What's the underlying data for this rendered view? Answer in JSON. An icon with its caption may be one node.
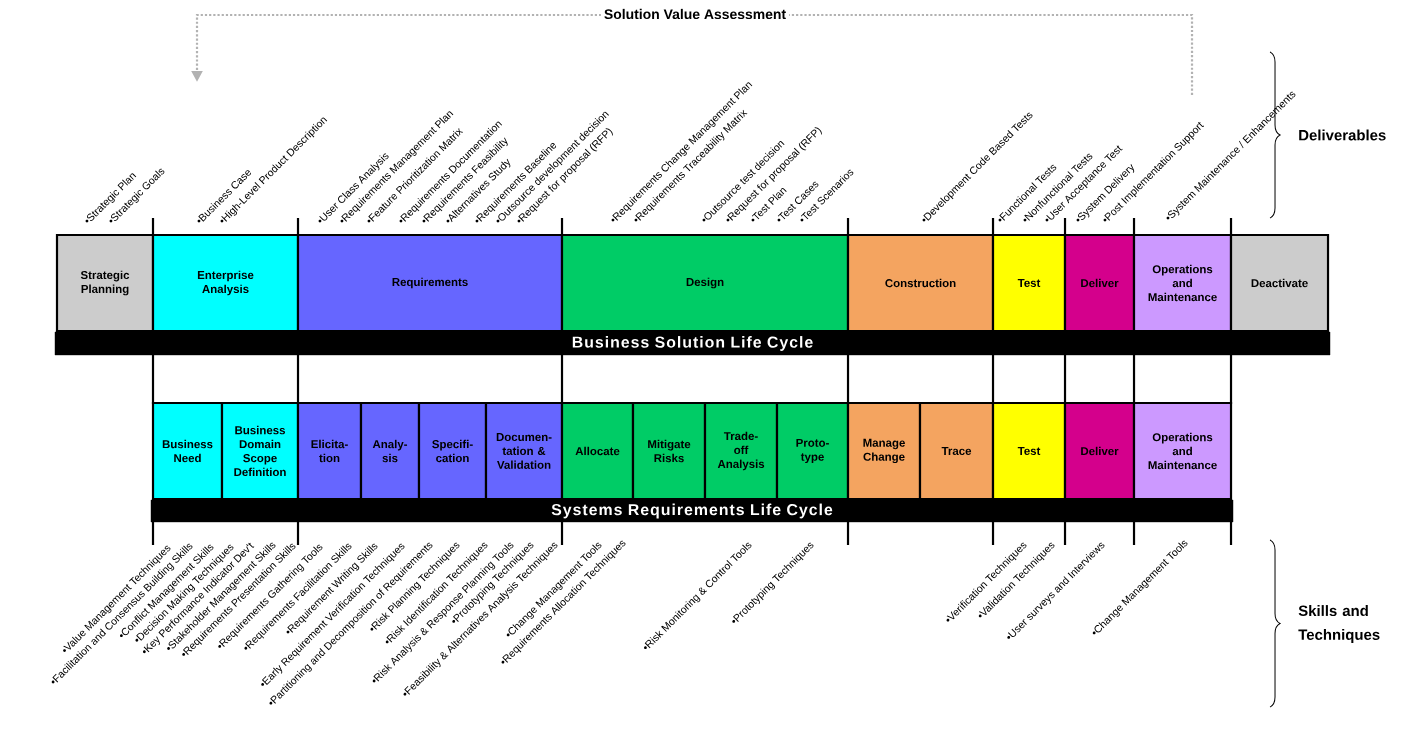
{
  "diagram": {
    "nodes": [
      {
        "text": [
          "Strategic Planning"
        ]
      },
      {
        "text": [
          "Enterprise Analysis"
        ]
      },
      {
        "text": [
          "Requirements"
        ]
      },
      {
        "text": [
          "Design"
        ]
      },
      {
        "text": [
          "Construction"
        ]
      },
      {
        "text": [
          "Test"
        ]
      },
      {
        "text": [
          "Deliver"
        ]
      },
      {
        "text": [
          "Operations and Maintenance"
        ]
      },
      {
        "text": [
          "Deactivate"
        ]
      },
      {
        "text": [
          "Business Solution Life Cycle"
        ]
      },
      {
        "text": [
          "Business Need"
        ]
      },
      {
        "text": [
          "Business Domain Scope Definition"
        ]
      },
      {
        "text": [
          "Elicita-tion"
        ]
      },
      {
        "text": [
          "Analy-sis"
        ]
      },
      {
        "text": [
          "Specifi-cation"
        ]
      },
      {
        "text": [
          "Documen-tation & Validation"
        ]
      },
      {
        "text": [
          "Allocate"
        ]
      },
      {
        "text": [
          "Mitigate Risks"
        ]
      },
      {
        "text": [
          "Trade-off Analysis"
        ]
      },
      {
        "text": [
          "Proto-type"
        ]
      },
      {
        "text": [
          "Manage Change"
        ]
      },
      {
        "text": [
          "Trace"
        ]
      },
      {
        "text": [
          "Test"
        ]
      },
      {
        "text": [
          "Deliver"
        ]
      },
      {
        "text": [
          "Operations and Maintenance"
        ]
      },
      {
        "text": [
          "Systems Requirements Life Cycle"
        ]
      }
    ],
    "labels": [
      "Solution Value Assessment",
      "Deliverables",
      "•Strategic Plan",
      "•Strategic Goals",
      "•Business Case",
      "•High-Level Product Description",
      "•User Class Analysis",
      "•Requirements Management Plan",
      "•Feature Prioritization Matrix",
      "•Requirements Documentation",
      "•Requirements Feasibility",
      "•Alternatives Study",
      "•Requirements Baseline",
      "•Outsource development decision",
      "•Request for proposal (RFP)",
      "•Requirements Change Management Plan",
      "•Requirements Traceability Matrix",
      "•Outsource test decision",
      "•Request for proposal (RFP)",
      "•Test Plan",
      "•Test Cases",
      "•Test Scenarios",
      "•Development Code Based Tests",
      "•Functional Tests",
      "•Nonfunctional Tests",
      "•User Acceptance Test",
      "•System Delivery",
      "•Post Implementation Support",
      "•System Maintenance / Enhancements",
      "•Value Management Techniques",
      "•Facilitation and Consensus Building Skills",
      "•Conflict Management Skills",
      "•Decision Making Techniques",
      "•Key Performance Indicator Dev't",
      "•Stakeholder Management Skills",
      "•Requirements Presentation Skills",
      "•Requirements Gathering Tools",
      "•Requirements Facilitation Skills",
      "•Requirement Writing Skills",
      "•Early Requirement Verification Techniques",
      "•Partitioning and Decomposition of Requirements",
      "•Risk Planning Techniques",
      "•Risk Identification Techniques",
      "•Risk Analysis & Response Planning Tools",
      "•Prototyping Techniques",
      "•Feasibility & Alternatives Analysis Techniques",
      "•Change Management Tools",
      "•Requirements Allocation Techniques",
      "•Risk Monitoring & Control Tools",
      "•Prototyping Techniques",
      "•Verification Techniques",
      "•Validation Techniques",
      "•User surveys and Interviews",
      "•Change Management Tools",
      "Skills and Techniques"
    ]
  }
}
